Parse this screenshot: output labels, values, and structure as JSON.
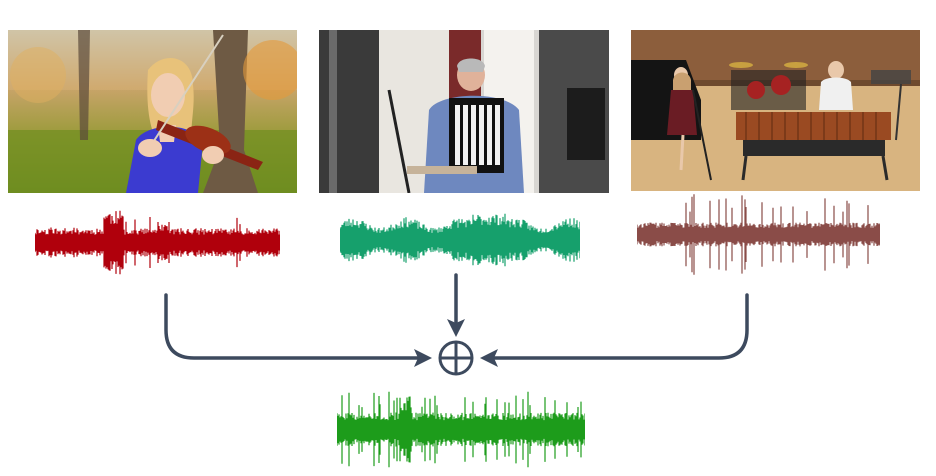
{
  "photos": [
    {
      "id": "violin",
      "scene": "violinist-in-autumn-park"
    },
    {
      "id": "accordion",
      "scene": "accordion-player-indoors"
    },
    {
      "id": "percussion",
      "scene": "oboe-and-marimba-on-stage"
    }
  ],
  "colors": {
    "violin_wave": "#b0000c",
    "accordion_wave": "#16a06c",
    "percussion_wave": "#8a4c48",
    "mix_wave": "#1d9c1b",
    "arrow": "#3d4a5e"
  },
  "operator_symbol": "circled-plus"
}
